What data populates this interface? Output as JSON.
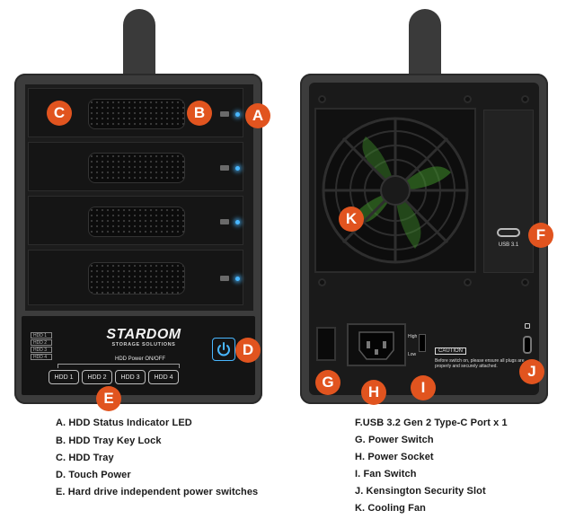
{
  "front": {
    "brand_main": "STARDOM",
    "brand_sub": "STORAGE SOLUTIONS",
    "power_caption": "HDD Power ON/OFF",
    "hdd_buttons": [
      "HDD 1",
      "HDD 2",
      "HDD 3",
      "HDD 4"
    ],
    "mini_labels": [
      "HDD 1",
      "HDD 2",
      "HDD 3",
      "HDD 4"
    ]
  },
  "rear": {
    "usb_label": "USB 3.1",
    "fan_high": "High",
    "fan_low": "Low",
    "caution_title": "CAUTION",
    "caution_text": "Before switch on, please ensure all plugs are properly and securely attached."
  },
  "callouts": {
    "A": "A",
    "B": "B",
    "C": "C",
    "D": "D",
    "E": "E",
    "F": "F",
    "G": "G",
    "H": "H",
    "I": "I",
    "J": "J",
    "K": "K"
  },
  "legend_left": [
    "A. HDD Status Indicator LED",
    "B. HDD Tray Key Lock",
    "C. HDD Tray",
    "D. Touch Power",
    "E. Hard drive independent power switches"
  ],
  "legend_right": [
    "F.USB 3.2 Gen 2 Type-C Port x 1",
    "G. Power Switch",
    "H. Power Socket",
    "I. Fan Switch",
    "J. Kensington Security Slot",
    "K. Cooling Fan"
  ],
  "colors": {
    "callout": "#e1541f",
    "led": "#49b7ff",
    "fan_accent": "#3f8f2a"
  }
}
